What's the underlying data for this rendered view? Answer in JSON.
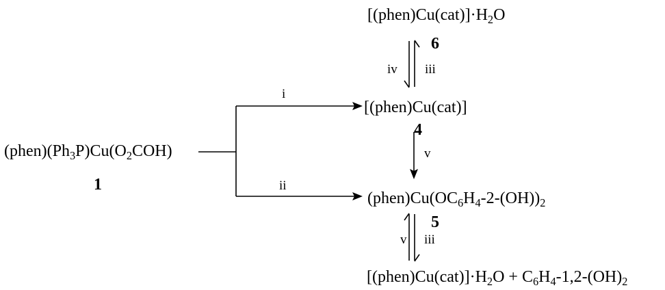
{
  "compounds": {
    "c1": {
      "pre": "(phen)(Ph",
      "s1": "3",
      "mid": "P)Cu(O",
      "s2": "2",
      "post": "COH)",
      "number": "1"
    },
    "c6": {
      "pre": "[(phen)Cu(cat)]·H",
      "s1": "2",
      "post": "O",
      "number": "6"
    },
    "c4": {
      "text": "[(phen)Cu(cat)]",
      "number": "4"
    },
    "c5": {
      "pre": "(phen)Cu(OC",
      "s1": "6",
      "mid": "H",
      "s2": "4",
      "post": "-2-(OH))",
      "s3": "2",
      "number": "5"
    },
    "bottom": {
      "a": "[(phen)Cu(cat)]·H",
      "s1": "2",
      "b": "O + C",
      "s2": "6",
      "c": "H",
      "s3": "4",
      "d": "-1,2-(OH)",
      "s4": "2"
    }
  },
  "reactions": {
    "i": "i",
    "ii": "ii",
    "iii_top": "iii",
    "iv_top": "iv",
    "v_mid": "v",
    "v_bottom": "v",
    "iii_bottom": "iii"
  }
}
